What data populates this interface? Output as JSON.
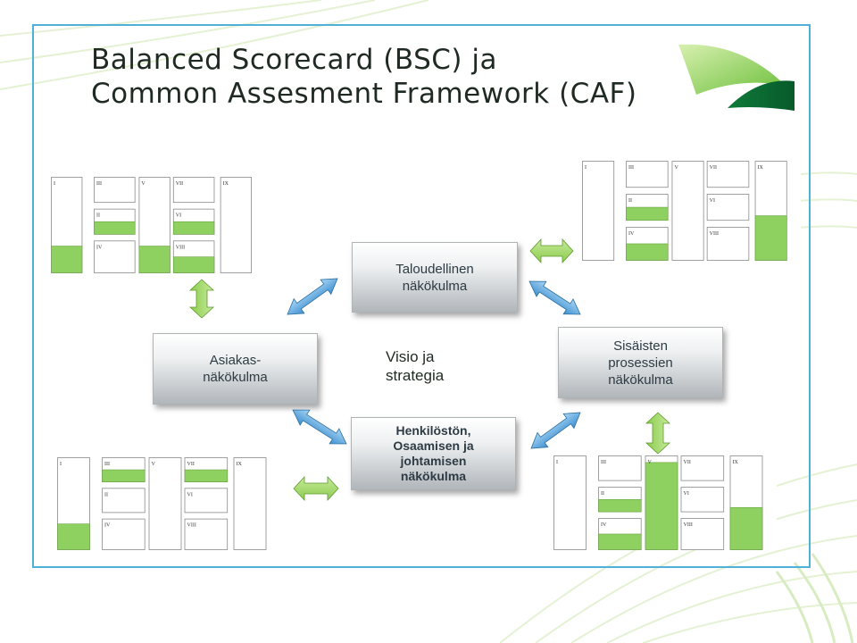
{
  "slide": {
    "title_line1": "Balanced Scorecard (BSC) ja",
    "title_line2": "Common Assesment Framework (CAF)"
  },
  "perspectives": {
    "financial": "Taloudellinen näkökulma",
    "customer": "Asiakas- näkökulma",
    "internal": "Sisäisten prosessien näkökulma",
    "people": "Henkilöstön, Osaamisen ja johtamisen näkökulma"
  },
  "center": {
    "line1": "Visio ja",
    "line2": "strategia"
  },
  "caf_labels": [
    "I",
    "III",
    "II",
    "IV",
    "V",
    "VII",
    "VI",
    "VIII",
    "IX"
  ],
  "caf_highlights": {
    "top_left": [
      "I",
      "II",
      "V",
      "VI",
      "VIII"
    ],
    "top_right": [
      "II",
      "IV",
      "IX"
    ],
    "bottom_left": [
      "I",
      "III",
      "VII"
    ],
    "bottom_right": [
      "II",
      "IV",
      "V",
      "IX"
    ]
  },
  "colors": {
    "frame": "#4fb1d8",
    "highlight_green": "#8fd160",
    "arrow_blue": "#3d8fd0",
    "arrow_green": "#8ccc4e",
    "leaf_green": "#6bbf3a"
  }
}
